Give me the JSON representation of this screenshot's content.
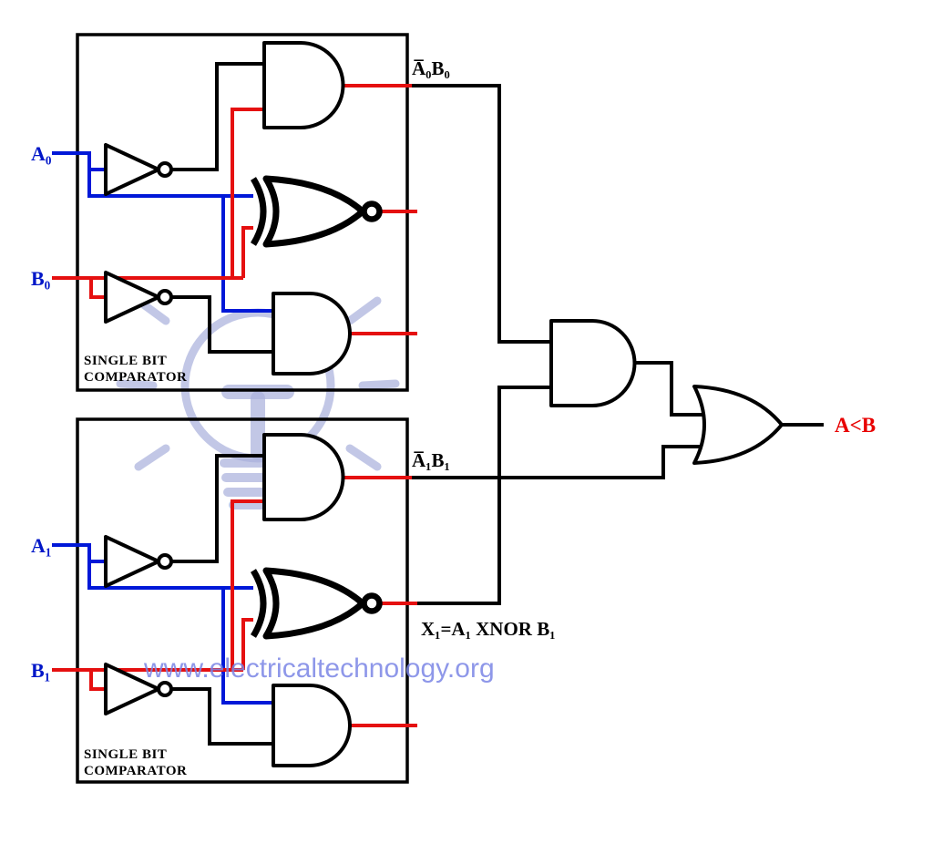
{
  "diagram": {
    "watermark_text": "www.electricaltechnology.org",
    "final_output_label": "A<B",
    "comparator0": {
      "input_a_label": "A₀",
      "input_b_label": "B₀",
      "and_output_label": "A̅₀B₀",
      "box_label_line1": "SINGLE BIT",
      "box_label_line2": "COMPARATOR"
    },
    "comparator1": {
      "input_a_label": "A₁",
      "input_b_label": "B₁",
      "and_output_label": "A̅₁B₁",
      "xnor_output_label": "X₁=A₁ XNOR B₁",
      "box_label_line1": "SINGLE BIT",
      "box_label_line2": "COMPARATOR"
    },
    "colors": {
      "wire_blue": "#0018d8",
      "wire_red": "#e51010",
      "wire_black": "#000000",
      "label_blue": "#0016c8",
      "label_red": "#e80000",
      "watermark": "#aab2dc",
      "watermark_text": "#7b86e6"
    }
  }
}
